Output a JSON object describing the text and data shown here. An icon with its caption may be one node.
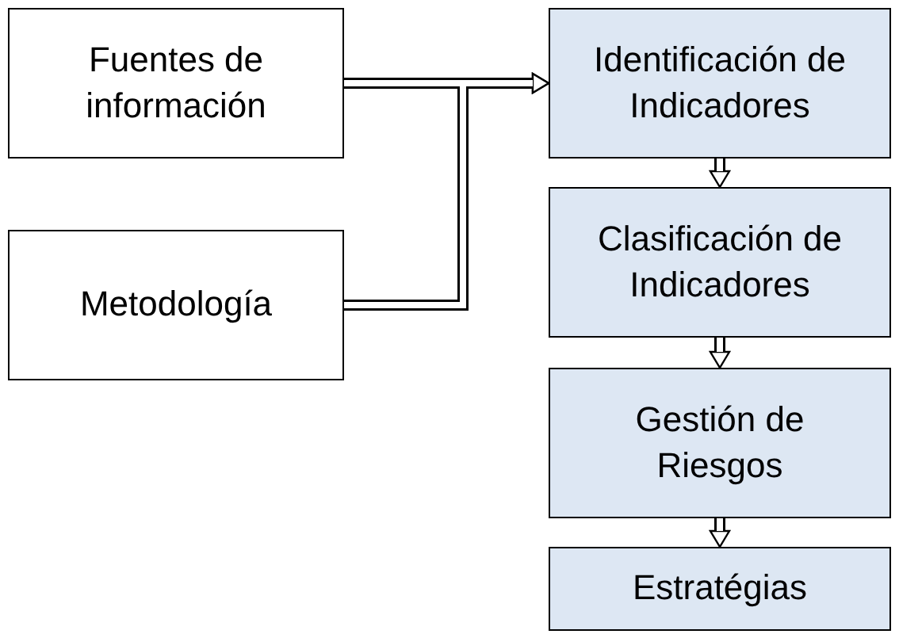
{
  "diagram": {
    "nodes": [
      {
        "text": [
          "Fuentes de información"
        ]
      },
      {
        "text": [
          "Metodología"
        ]
      },
      {
        "text": [
          "Identificación de Indicadores"
        ]
      },
      {
        "text": [
          "Clasificación de Indicadores"
        ]
      },
      {
        "text": [
          "Gestión de Riesgos"
        ]
      },
      {
        "text": [
          "Estratégias"
        ]
      }
    ],
    "edges": [
      {
        "from": 0,
        "to": 2,
        "arrow": "to"
      },
      {
        "from": 1,
        "to": 2,
        "arrow": "to"
      },
      {
        "from": 2,
        "to": 3,
        "arrow": "to"
      },
      {
        "from": 3,
        "to": 4,
        "arrow": "to"
      },
      {
        "from": 4,
        "to": 5,
        "arrow": "to"
      }
    ]
  }
}
